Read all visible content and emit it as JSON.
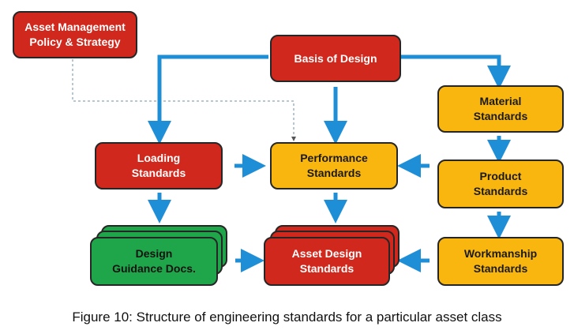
{
  "nodes": {
    "policy": "Asset Management\nPolicy & Strategy",
    "basis": "Basis of Design",
    "material": "Material\nStandards",
    "loading": "Loading\nStandards",
    "performance": "Performance\nStandards",
    "product": "Product\nStandards",
    "guidance": "Design\nGuidance Docs.",
    "asset_design": "Asset Design\nStandards",
    "workmanship": "Workmanship\nStandards"
  },
  "caption": "Figure 10: Structure of engineering standards for a particular asset class",
  "colors": {
    "red": "#d0281c",
    "amber": "#f9b60f",
    "green": "#1fa64a",
    "arrow": "#1e8fd6",
    "dashed": "#6b8fa8"
  }
}
